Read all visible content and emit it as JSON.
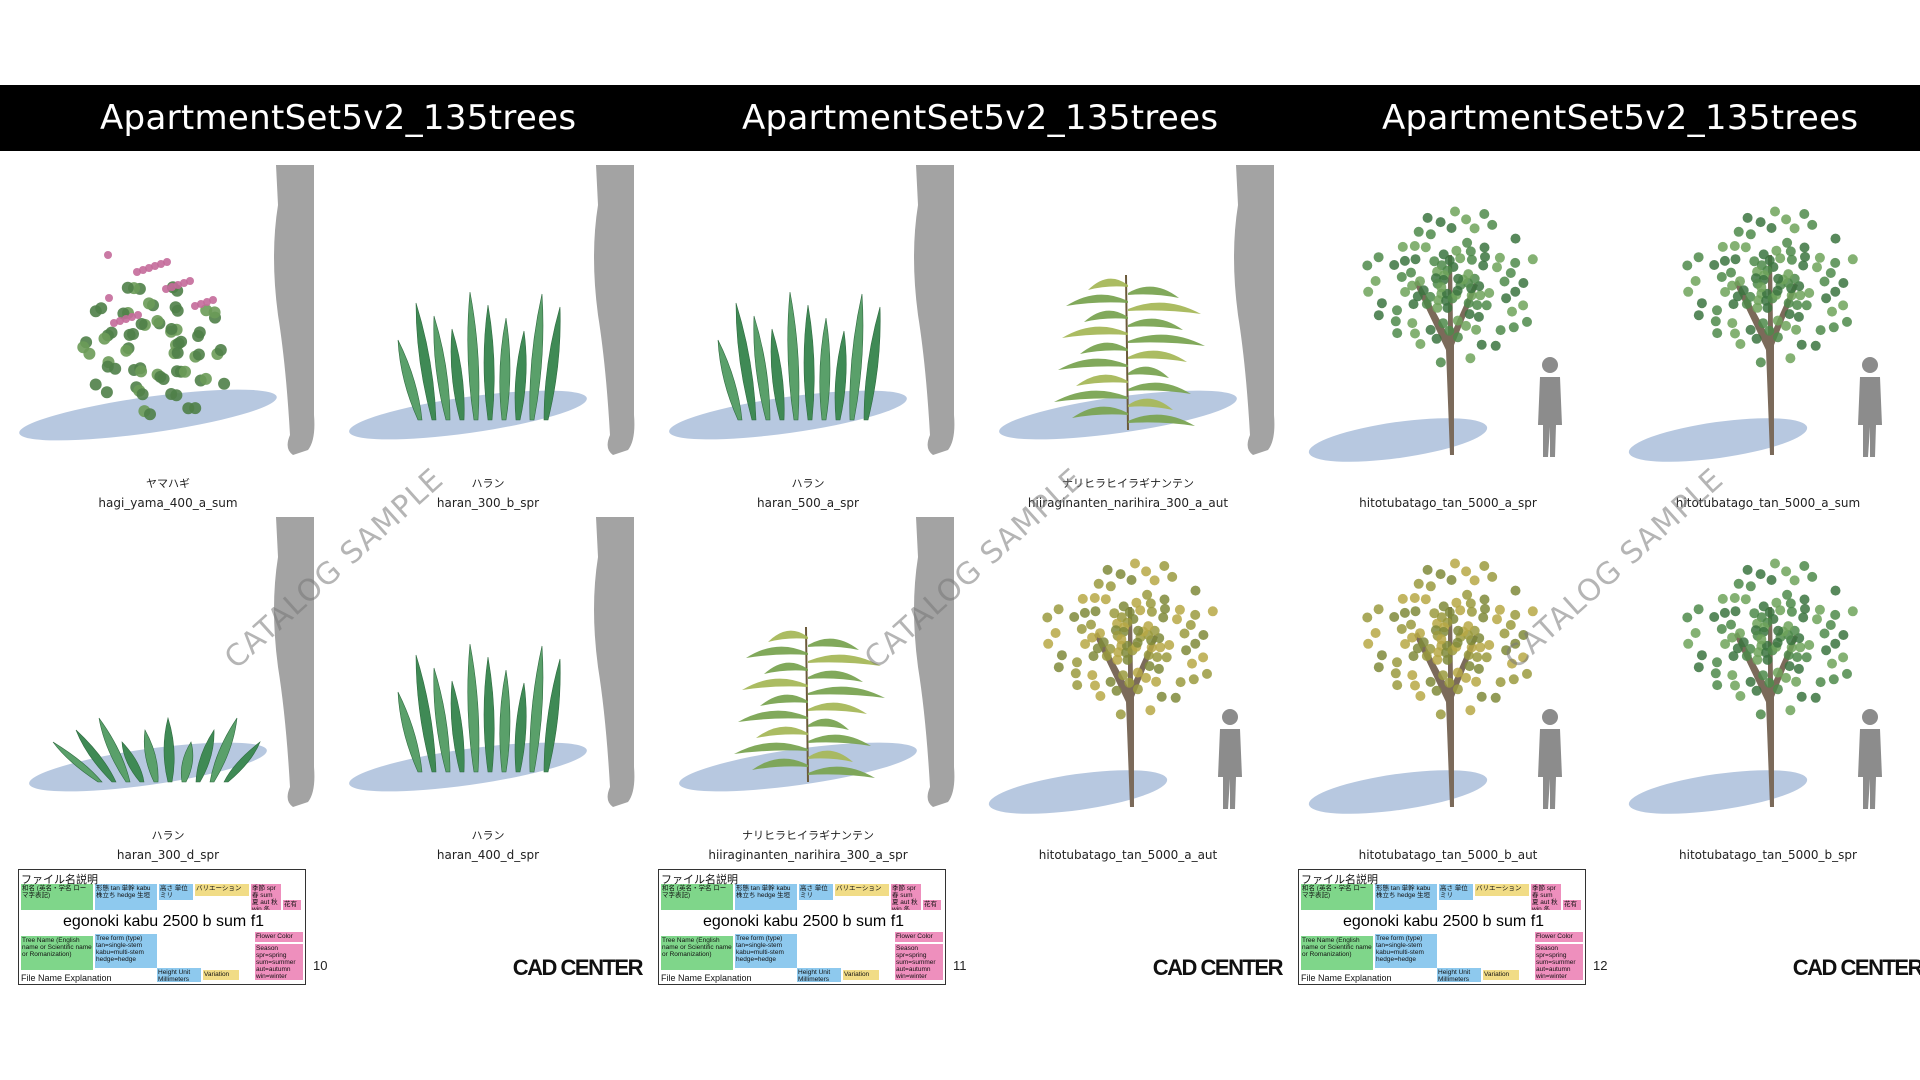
{
  "banner_titles": [
    "ApartmentSet5v2_135trees",
    "ApartmentSet5v2_135trees",
    "ApartmentSet5v2_135trees"
  ],
  "watermark": "CATALOG SAMPLE",
  "logo": "CAD CENTER",
  "page_numbers": [
    "10",
    "11",
    "12"
  ],
  "legend": {
    "title": "ファイル名説明",
    "example_name": "egonoki kabu 2500 b sum f1",
    "box_jp_name": "和名 (英名・学名 ローマ字表記)",
    "box_type": "形態 tan 単幹 kabu 株立ち hedge 生垣 ",
    "box_height": "高さ 単位ミリ",
    "box_variation": "バリエーション",
    "box_season": "季節 spr 春 sum 夏 aut 秋 win 冬",
    "box_flower": "花有",
    "box_en_name": "Tree Name (English name or Scientific name or Romanization)",
    "box_en_type": "Tree form (type) tan=single-stem kabu=multi-stem hedge=hedge",
    "box_en_height": "Height Unit Millimeters",
    "box_en_variation": "Variation",
    "box_en_flower": "Flower Color",
    "box_en_season": "Season spr=spring sum=summer aut=autumn win=winter",
    "bottom": "File Name Explanation"
  },
  "pages": [
    {
      "cells": [
        {
          "jp": "ヤマハギ",
          "file": "hagi_yama_400_a_sum",
          "kind": "shrub"
        },
        {
          "jp": "ハラン",
          "file": "haran_300_b_spr",
          "kind": "aspidistra"
        },
        {
          "jp": "ハラン",
          "file": "haran_300_d_spr",
          "kind": "aspidistra-low"
        },
        {
          "jp": "ハラン",
          "file": "haran_400_d_spr",
          "kind": "aspidistra"
        }
      ]
    },
    {
      "cells": [
        {
          "jp": "ハラン",
          "file": "haran_500_a_spr",
          "kind": "aspidistra"
        },
        {
          "jp": "ナリヒラヒイラギナンテン",
          "file": "hiiraginanten_narihira_300_a_aut",
          "kind": "nandina"
        },
        {
          "jp": "ナリヒラヒイラギナンテン",
          "file": "hiiraginanten_narihira_300_a_spr",
          "kind": "nandina"
        },
        {
          "jp": "",
          "file": "hitotubatago_tan_5000_a_aut",
          "kind": "tree-aut"
        }
      ]
    },
    {
      "cells": [
        {
          "jp": "",
          "file": "hitotubatago_tan_5000_a_spr",
          "kind": "tree"
        },
        {
          "jp": "",
          "file": "hitotubatago_tan_5000_a_sum",
          "kind": "tree"
        },
        {
          "jp": "",
          "file": "hitotubatago_tan_5000_b_aut",
          "kind": "tree-aut"
        },
        {
          "jp": "",
          "file": "hitotubatago_tan_5000_b_spr",
          "kind": "tree"
        }
      ]
    }
  ],
  "colors": {
    "banner": "#000000",
    "silhouette": "#a3a3a3",
    "shadow": "#9fb6d6",
    "leaf_green": "#3f8a55",
    "leaf_olive": "#8f9a3c",
    "flower": "#c46a9a",
    "legend_green": "#7fd68a",
    "legend_blue": "#8ec9ee",
    "legend_pink": "#ee8fbd",
    "legend_yellow": "#f1dc86"
  }
}
